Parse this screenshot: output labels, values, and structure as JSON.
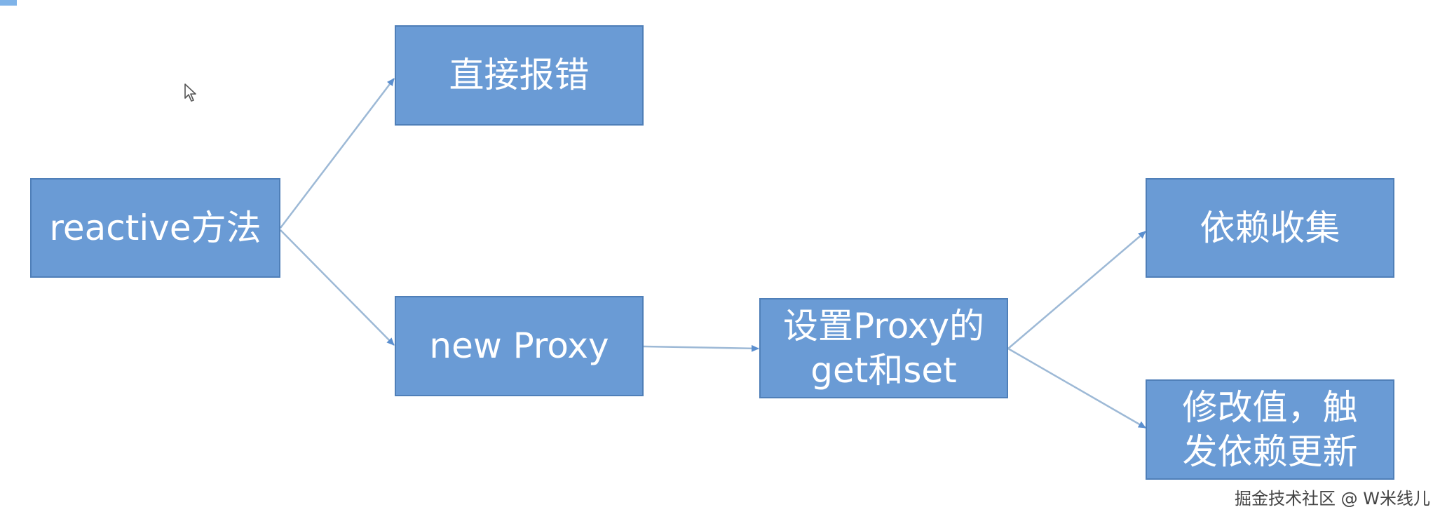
{
  "nodes": {
    "reactive": "reactive方法",
    "error": "直接报错",
    "proxy": "new Proxy",
    "getset": "设置Proxy的\nget和set",
    "collect": "依赖收集",
    "trigger": "修改值，触\n发依赖更新"
  },
  "watermark": "掘金技术社区 @ W米线儿",
  "colors": {
    "box_fill": "#6a9bd5",
    "box_border": "#4f7fb8",
    "text": "#ffffff",
    "arrow": "#9db9d6"
  }
}
